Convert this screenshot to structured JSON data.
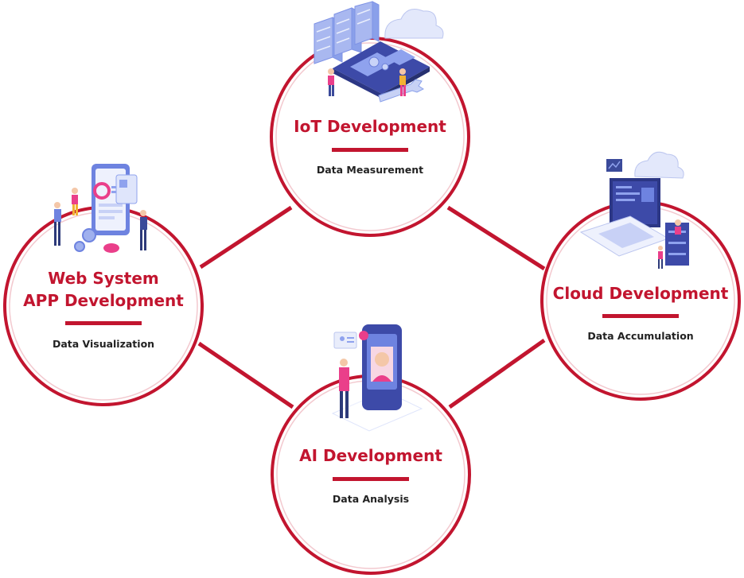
{
  "colors": {
    "accent": "#c2152f",
    "ring_inner": "#f3c9cf",
    "text_dark": "#222222",
    "illustration_blue": "#7f93e6",
    "illustration_pink": "#ea3f8a"
  },
  "nodes": [
    {
      "id": "iot",
      "title_lines": [
        "IoT Development"
      ],
      "subtitle": "Data Measurement",
      "illustration_icon": "server-cloud-gears-icon"
    },
    {
      "id": "web",
      "title_lines": [
        "Web System",
        "APP Development"
      ],
      "subtitle": "Data Visualization",
      "illustration_icon": "mobile-app-team-icon"
    },
    {
      "id": "cloud",
      "title_lines": [
        "Cloud Development"
      ],
      "subtitle": "Data Accumulation",
      "illustration_icon": "laptop-cloud-server-icon"
    },
    {
      "id": "ai",
      "title_lines": [
        "AI Development"
      ],
      "subtitle": "Data Analysis",
      "illustration_icon": "face-recognition-phone-icon"
    }
  ],
  "connectors": [
    [
      "iot",
      "web"
    ],
    [
      "iot",
      "cloud"
    ],
    [
      "ai",
      "web"
    ],
    [
      "ai",
      "cloud"
    ]
  ]
}
